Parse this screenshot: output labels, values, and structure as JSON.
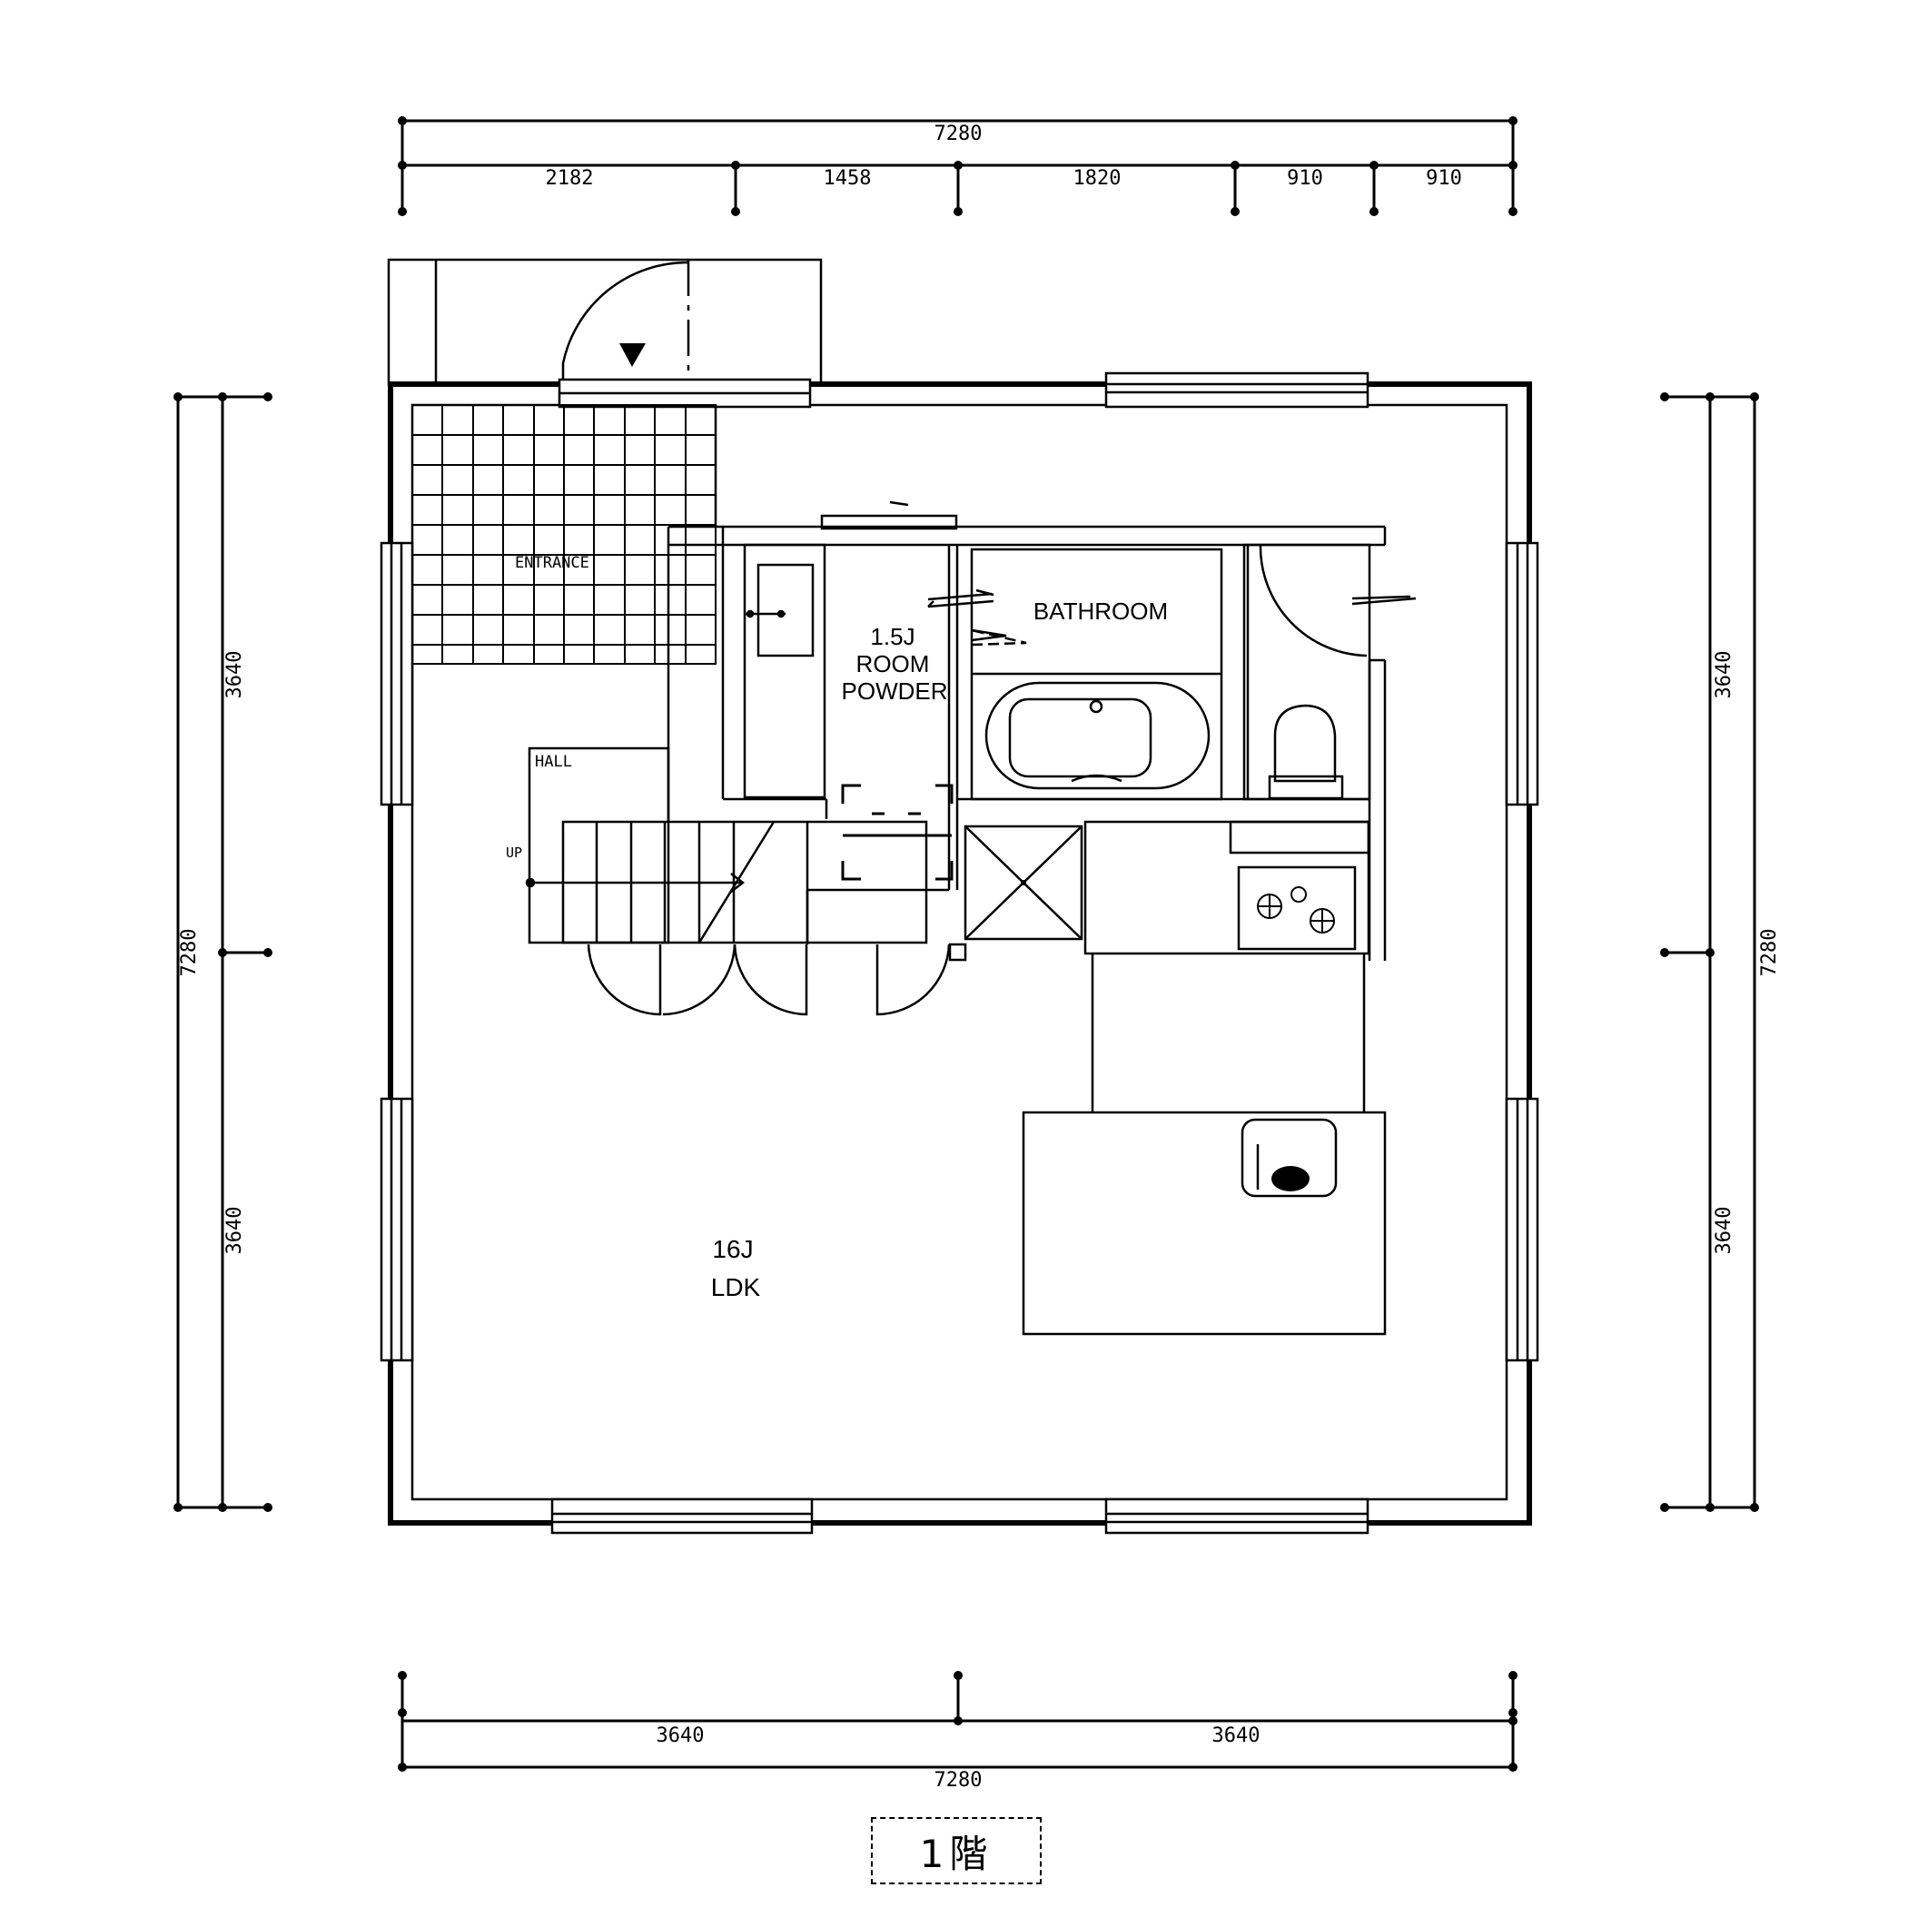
{
  "dimensions": {
    "top_total": "7280",
    "top_segments": [
      "2182",
      "1458",
      "1820",
      "910",
      "910"
    ],
    "left_total": "7280",
    "left_segments": [
      "3640",
      "3640"
    ],
    "right_total": "7280",
    "right_segments": [
      "3640",
      "3640"
    ],
    "bottom_total": "7280",
    "bottom_segments": [
      "3640",
      "3640"
    ]
  },
  "rooms": {
    "entrance": "ENTRANCE",
    "hall": "HALL",
    "stair_up": "UP",
    "bathroom": "BATHROOM",
    "powder_size": "1.5J",
    "powder_line1": "ROOM",
    "powder_line2": "POWDER",
    "ldk_size": "16J",
    "ldk_name": "LDK"
  },
  "floor_label": "1階"
}
